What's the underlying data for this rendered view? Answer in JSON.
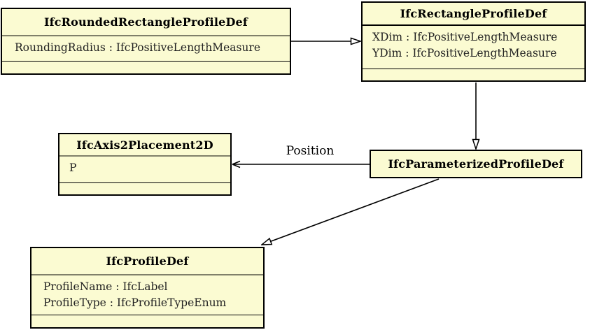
{
  "diagram_type": "uml-class-diagram",
  "colors": {
    "box_fill": "#FBFBD2",
    "box_border": "#000000",
    "title_divider": "#80806A",
    "line_color": "#000000",
    "background": "#FFFFFF"
  },
  "classes": [
    {
      "name": "IfcRoundedRectangleProfileDef",
      "attributes": [
        "RoundingRadius : IfcPositiveLengthMeasure"
      ]
    },
    {
      "name": "IfcRectangleProfileDef",
      "attributes": [
        "XDim : IfcPositiveLengthMeasure",
        "YDim : IfcPositiveLengthMeasure"
      ]
    },
    {
      "name": "IfcAxis2Placement2D",
      "attributes": [
        "P"
      ]
    },
    {
      "name": "IfcParameterizedProfileDef",
      "attributes": []
    },
    {
      "name": "IfcProfileDef",
      "attributes": [
        "ProfileName : IfcLabel",
        "ProfileType : IfcProfileTypeEnum"
      ]
    }
  ],
  "relationships": [
    {
      "from": "IfcRoundedRectangleProfileDef",
      "to": "IfcRectangleProfileDef",
      "type": "generalization",
      "label": ""
    },
    {
      "from": "IfcRectangleProfileDef",
      "to": "IfcParameterizedProfileDef",
      "type": "generalization",
      "label": ""
    },
    {
      "from": "IfcParameterizedProfileDef",
      "to": "IfcAxis2Placement2D",
      "type": "association",
      "label": "Position"
    },
    {
      "from": "IfcParameterizedProfileDef",
      "to": "IfcProfileDef",
      "type": "generalization",
      "label": ""
    }
  ]
}
